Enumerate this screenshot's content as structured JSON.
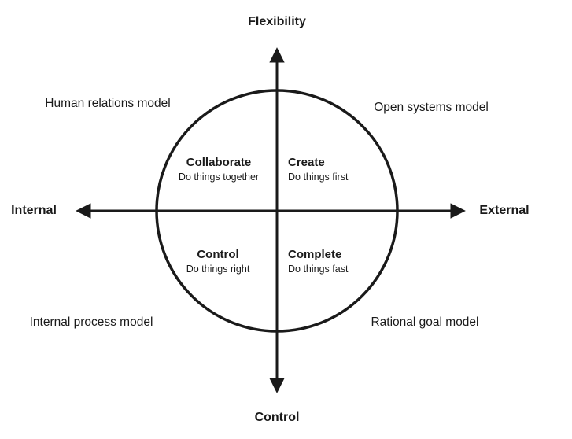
{
  "diagram": {
    "axes": {
      "top": "Flexibility",
      "bottom": "Control",
      "left": "Internal",
      "right": "External"
    },
    "corners": {
      "top_left": "Human relations model",
      "top_right": "Open systems model",
      "bottom_left": "Internal process model",
      "bottom_right": "Rational goal model"
    },
    "quadrants": {
      "top_left": {
        "title": "Collaborate",
        "subtitle": "Do things together"
      },
      "top_right": {
        "title": "Create",
        "subtitle": "Do things first"
      },
      "bottom_left": {
        "title": "Control",
        "subtitle": "Do things right"
      },
      "bottom_right": {
        "title": "Complete",
        "subtitle": "Do things fast"
      }
    },
    "colors": {
      "stroke": "#1a1a1a",
      "background": "#ffffff",
      "text": "#1a1a1a"
    }
  }
}
